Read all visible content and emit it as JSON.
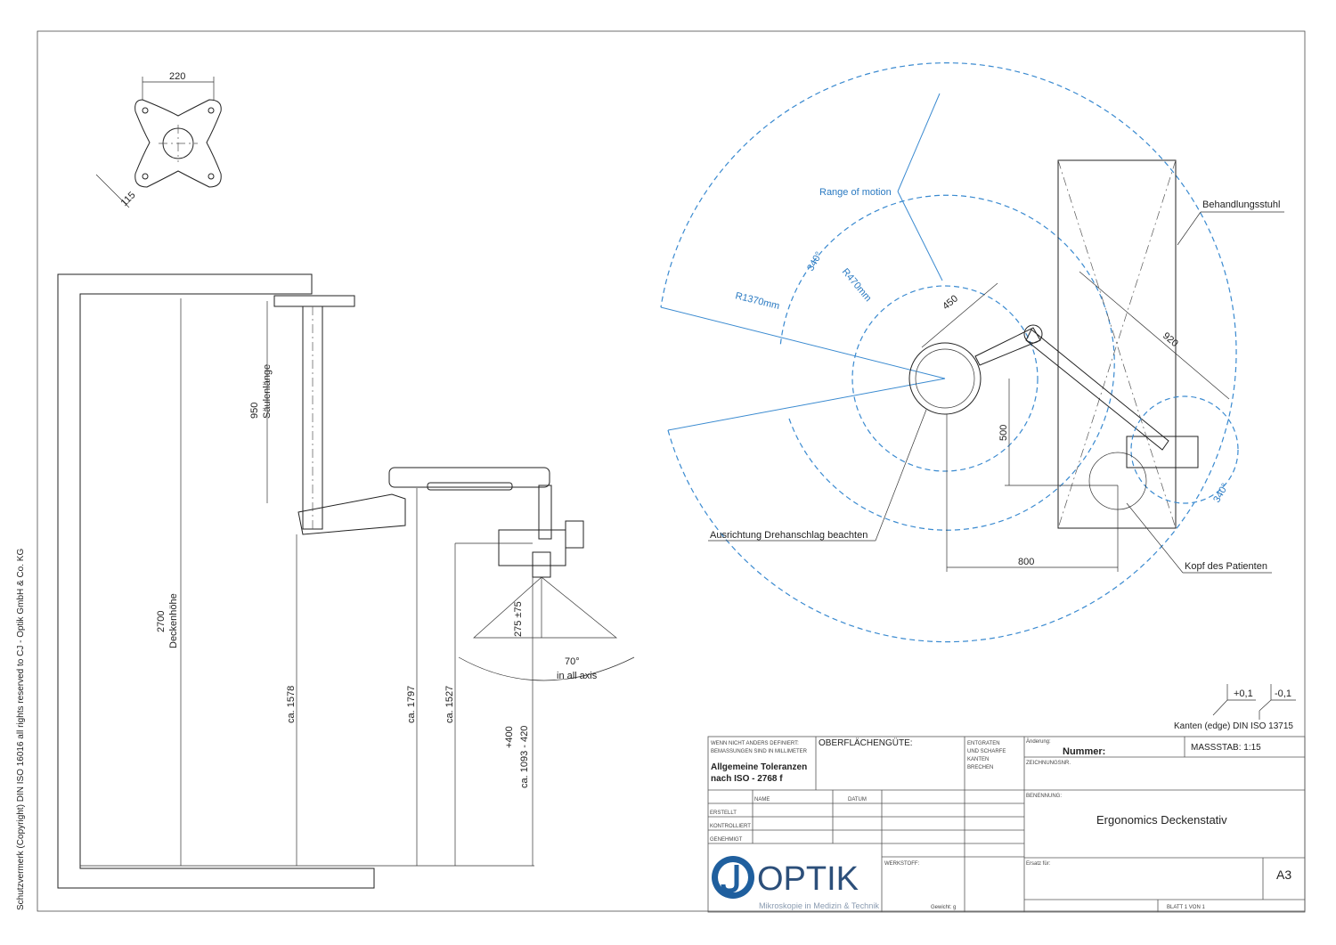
{
  "copyright": "Schutzvermerk (Copyright) DIN ISO 16016 all rights reserved to CJ - Optik GmbH & Co. KG",
  "plate": {
    "width": "220",
    "offset": "115"
  },
  "side_view": {
    "column_dim": "950",
    "column_label": "Säulenlänge",
    "ceiling_dim": "2700",
    "ceiling_label": "Deckenhöhe",
    "dims": [
      "ca. 1578",
      "ca. 1797",
      "ca. 1527"
    ],
    "range_top": "+400",
    "range_bottom": "ca. 1093 - 420",
    "focus_dim": "275 ±75",
    "angle": "70°",
    "angle_label": "in all axis"
  },
  "top_view": {
    "range_of_motion": "Range of motion",
    "r1370": "R1370mm",
    "r470": "R470mm",
    "angle_main": "340°",
    "angle_head": "340°",
    "d450": "450",
    "d920": "920",
    "d500": "500",
    "d800": "800",
    "chair": "Behandlungsstuhl",
    "stop": "Ausrichtung Drehanschlag beachten",
    "head": "Kopf des Patienten"
  },
  "tolerance": {
    "plus": "+0,1",
    "minus": "-0,1",
    "note": "Kanten (edge) DIN ISO 13715"
  },
  "title_block": {
    "note1": "WENN NICHT ANDERS DEFINIERT:",
    "note2": "BEMASSUNGEN SIND IN MILLIMETER",
    "tol1": "Allgemeine Toleranzen",
    "tol2": "nach ISO - 2768 f",
    "surface": "OBERFLÄCHENGÜTE:",
    "deburr": [
      "ENTGRATEN",
      "UND SCHARFE",
      "KANTEN",
      "BRECHEN"
    ],
    "change": "Änderung:",
    "number": "Nummer:",
    "scale": "MASSSTAB: 1:15",
    "drawing_no": "ZEICHNUNGSNR.",
    "name_col": "NAME",
    "date_col": "DATUM",
    "rows": [
      "ERSTELLT",
      "KONTROLLIERT",
      "GENEHMIGT"
    ],
    "designation_label": "BENENNUNG:",
    "designation": "Ergonomics Deckenstativ",
    "material": "WERKSTOFF:",
    "weight": "Gewicht: g",
    "replaces": "Ersatz für:",
    "format": "A3",
    "sheet": "BLATT 1 VON 1",
    "logo_text": "OPTIK",
    "logo_sub": "Mikroskopie in Medizin & Technik"
  }
}
